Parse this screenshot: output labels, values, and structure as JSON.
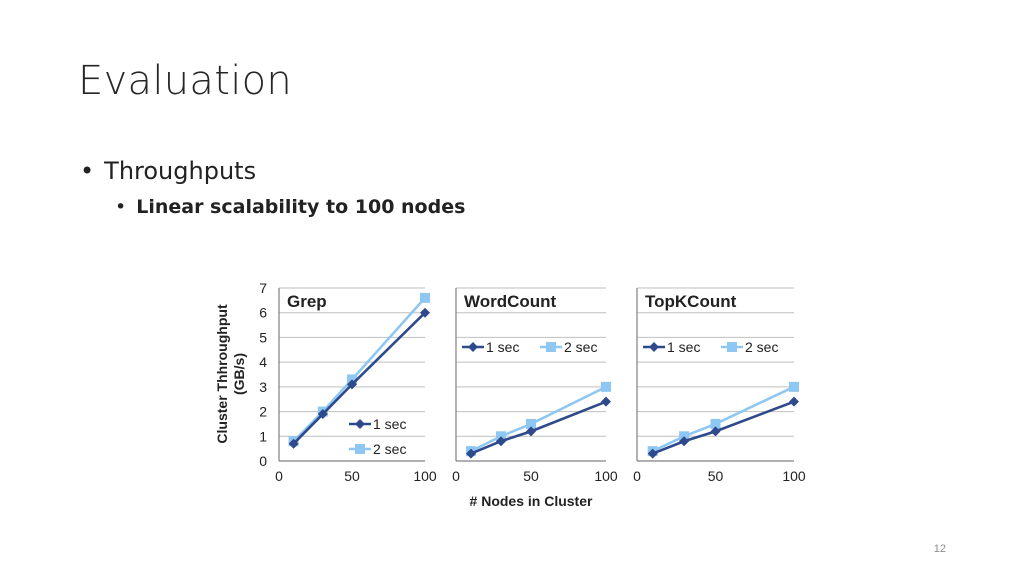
{
  "slide": {
    "title": "Evaluation",
    "bullets": [
      {
        "marker": "•",
        "text": "Throughputs"
      },
      {
        "marker": "•",
        "text": "Linear scalability to 100 nodes"
      }
    ],
    "page_number": "12"
  },
  "colors": {
    "series_1sec": "#2e4a8c",
    "series_2sec": "#8ec8f2",
    "grid": "#bfbfbf",
    "axis": "#808080"
  },
  "shared_axes": {
    "ylabel_line1": "Cluster Thhroughput",
    "ylabel_line2": "(GB/s)",
    "xlabel": "# Nodes in Cluster",
    "yticks": [
      "0",
      "1",
      "2",
      "3",
      "4",
      "5",
      "6",
      "7"
    ],
    "xticks": [
      "0",
      "50",
      "100"
    ]
  },
  "chart_data": [
    {
      "type": "line",
      "title": "Grep",
      "x": [
        10,
        30,
        50,
        100
      ],
      "xlim": [
        0,
        100
      ],
      "ylim": [
        0,
        7
      ],
      "grid": true,
      "legend": "bottom-right",
      "series": [
        {
          "name": "1 sec",
          "marker": "diamond",
          "values": [
            0.7,
            1.9,
            3.1,
            6.0
          ]
        },
        {
          "name": "2 sec",
          "marker": "square",
          "values": [
            0.8,
            2.0,
            3.3,
            6.6
          ]
        }
      ]
    },
    {
      "type": "line",
      "title": "WordCount",
      "x": [
        10,
        30,
        50,
        100
      ],
      "xlim": [
        0,
        100
      ],
      "ylim": [
        0,
        7
      ],
      "grid": true,
      "legend": "middle",
      "series": [
        {
          "name": "1 sec",
          "marker": "diamond",
          "values": [
            0.3,
            0.8,
            1.2,
            2.4
          ]
        },
        {
          "name": "2 sec",
          "marker": "square",
          "values": [
            0.4,
            1.0,
            1.5,
            3.0
          ]
        }
      ]
    },
    {
      "type": "line",
      "title": "TopKCount",
      "x": [
        10,
        30,
        50,
        100
      ],
      "xlim": [
        0,
        100
      ],
      "ylim": [
        0,
        7
      ],
      "grid": true,
      "legend": "middle",
      "series": [
        {
          "name": "1 sec",
          "marker": "diamond",
          "values": [
            0.3,
            0.8,
            1.2,
            2.4
          ]
        },
        {
          "name": "2 sec",
          "marker": "square",
          "values": [
            0.4,
            1.0,
            1.5,
            3.0
          ]
        }
      ]
    }
  ]
}
